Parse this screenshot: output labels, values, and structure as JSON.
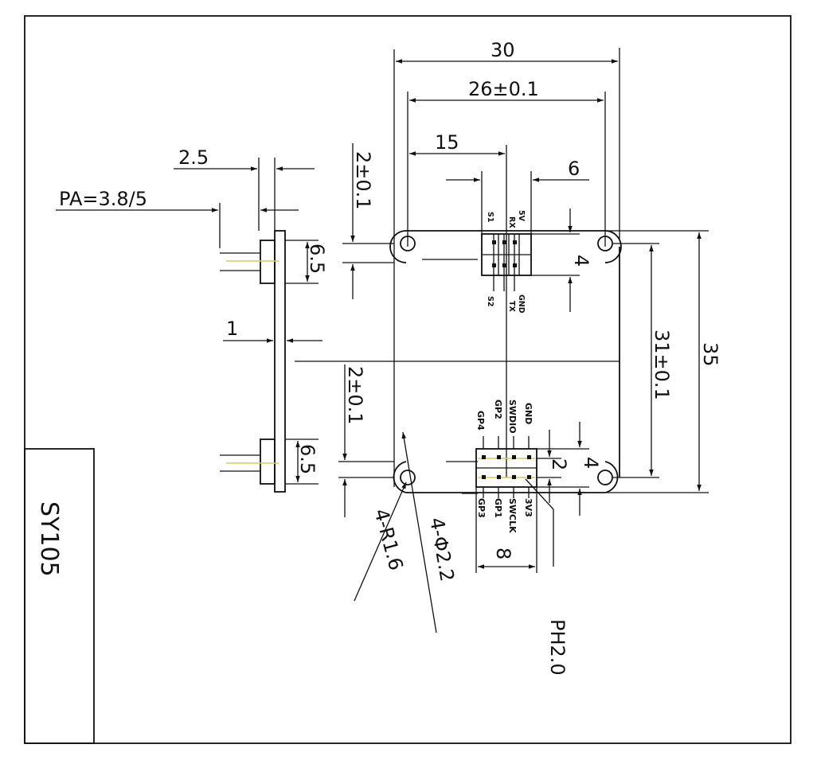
{
  "model_label": "SY105",
  "dimensions": {
    "width_30": "30",
    "hole_spacing_26": "26±0.1",
    "center_15": "15",
    "pin_row_6": "6",
    "header_4": "4",
    "hole_offset_top": "2±0.1",
    "hole_offset_bottom": "2±0.1",
    "height_35": "35",
    "hole_spacing_31": "31±0.1",
    "side_2_5": "2.5",
    "pa_pitch": "PA=3.8/5",
    "board_1": "1",
    "pin_6_5_top": "6.5",
    "pin_6_5_bottom": "6.5",
    "pin_pitch_2": "2",
    "header_4_bottom": "4",
    "header_8": "8",
    "radius": "4-R1.6",
    "hole_dia": "4-Φ2.2",
    "connector": "PH2.0"
  },
  "top_header_pins": {
    "top": [
      "S1",
      "RX",
      "5V"
    ],
    "bottom": [
      "S2",
      "TX",
      "GND"
    ]
  },
  "bottom_header_pins": {
    "top": [
      "GP4",
      "GP2",
      "SWDIO",
      "GND"
    ],
    "bottom": [
      "GP3",
      "GP1",
      "SWCLK",
      "3V3"
    ]
  },
  "colors": {
    "line": "#111111",
    "pin_highlight": "#d8c86a"
  }
}
